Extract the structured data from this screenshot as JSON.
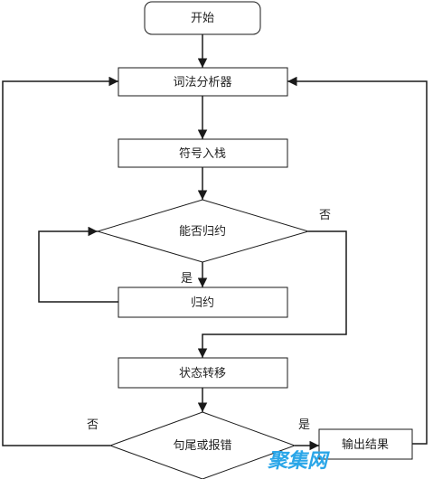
{
  "nodes": {
    "start": "开始",
    "lexer": "词法分析器",
    "push": "符号入栈",
    "can_reduce": "能否归约",
    "reduce": "归约",
    "state_transfer": "状态转移",
    "end_or_error": "句尾或报错",
    "output": "输出结果"
  },
  "edge_labels": {
    "can_reduce_no": "否",
    "can_reduce_yes": "是",
    "end_no": "否",
    "end_yes": "是"
  },
  "watermark": "聚集网",
  "colors": {
    "stroke": "#1a1a1a",
    "watermark": "#2aa6e8"
  }
}
